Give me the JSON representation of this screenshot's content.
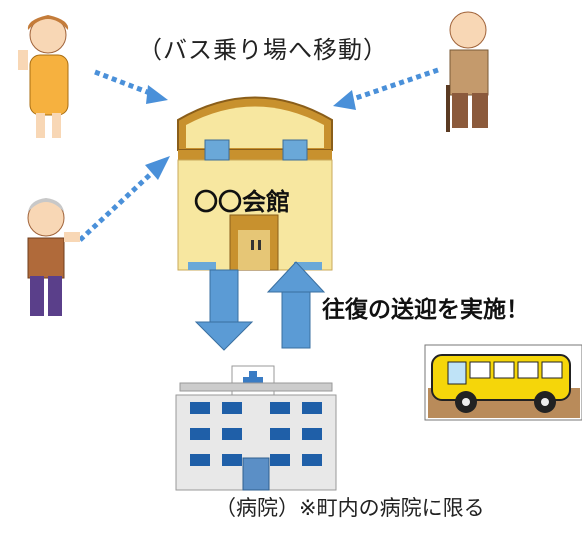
{
  "caption_top": "（バス乗り場へ移動）",
  "hall_label": "〇〇会館",
  "shuttle_text": "往復の送迎を実施！",
  "hospital_caption": "（病院）※町内の病院に限る"
}
